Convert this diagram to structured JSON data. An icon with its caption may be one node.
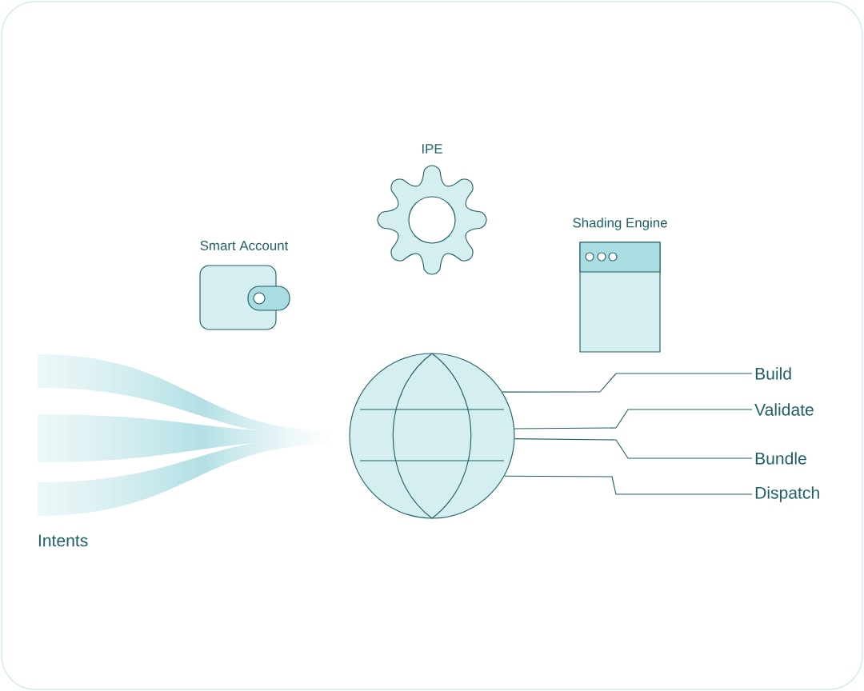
{
  "diagram": {
    "nodes": [
      {
        "text": [
          "Smart Account"
        ]
      },
      {
        "text": [
          "IPE"
        ]
      },
      {
        "text": [
          "Shading Engine"
        ]
      },
      {
        "text": [],
        "shape": "circle"
      },
      {
        "text": [
          "Build"
        ]
      },
      {
        "text": [
          "Validate"
        ]
      },
      {
        "text": [
          "Bundle"
        ]
      },
      {
        "text": [
          "Dispatch"
        ]
      }
    ],
    "edges": [
      {
        "from": 3,
        "to": 4,
        "arrow": "none"
      },
      {
        "from": 3,
        "to": 5,
        "arrow": "none"
      },
      {
        "from": 3,
        "to": 6,
        "arrow": "none"
      },
      {
        "from": 3,
        "to": 7,
        "arrow": "none"
      }
    ],
    "labels": [
      "Intents"
    ]
  }
}
